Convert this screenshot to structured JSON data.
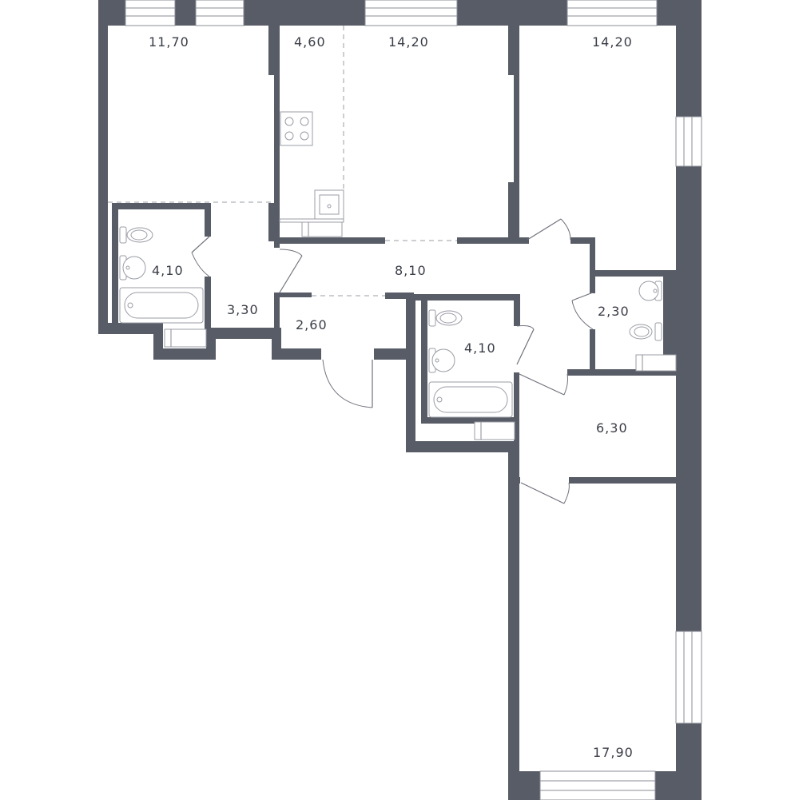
{
  "plan": {
    "colors": {
      "wall": "#585c66",
      "line": "#6f727b",
      "fixture": "#9a9da5",
      "label": "#3a3d47",
      "background": "#ffffff"
    },
    "rooms": [
      {
        "id": "room-11-70",
        "area": "11,70"
      },
      {
        "id": "kitchen-4-60",
        "area": "4,60"
      },
      {
        "id": "living-14-20-a",
        "area": "14,20"
      },
      {
        "id": "room-14-20-b",
        "area": "14,20"
      },
      {
        "id": "bathroom-4-10-a",
        "area": "4,10"
      },
      {
        "id": "hall-3-30",
        "area": "3,30"
      },
      {
        "id": "corridor-8-10",
        "area": "8,10"
      },
      {
        "id": "entry-2-60",
        "area": "2,60"
      },
      {
        "id": "bathroom-4-10-b",
        "area": "4,10"
      },
      {
        "id": "wc-2-30",
        "area": "2,30"
      },
      {
        "id": "hall-6-30",
        "area": "6,30"
      },
      {
        "id": "room-17-90",
        "area": "17,90"
      }
    ]
  }
}
